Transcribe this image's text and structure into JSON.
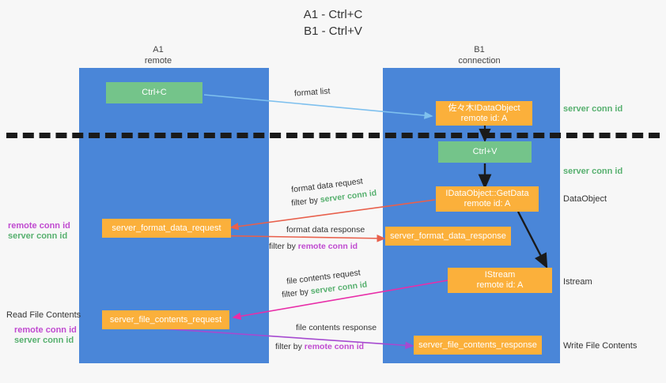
{
  "title": "A1 - Ctrl+C\nB1 - Ctrl+V",
  "lanes": [
    {
      "name": "A1",
      "sub": "remote",
      "label": "A1\nremote"
    },
    {
      "name": "B1",
      "sub": "connection",
      "label": "B1\nconnection"
    }
  ],
  "boxes": [
    {
      "id": "ctrl-c",
      "label": "Ctrl+C",
      "color": "#74c48a"
    },
    {
      "id": "idataobject",
      "label": "佐々木IDataObject\nremote id: A",
      "color": "#fbb03b"
    },
    {
      "id": "ctrl-v",
      "label": "Ctrl+V",
      "color": "#74c48a"
    },
    {
      "id": "getdata",
      "label": "IDataObject::GetData\nremote id: A",
      "color": "#fbb03b"
    },
    {
      "id": "server-format-data-request",
      "label": "server_format_data_request",
      "color": "#fbb03b"
    },
    {
      "id": "server-format-data-response",
      "label": "server_format_data_response",
      "color": "#fbb03b"
    },
    {
      "id": "istream",
      "label": "IStream\nremote id: A",
      "color": "#fbb03b"
    },
    {
      "id": "server-file-contents-request",
      "label": "server_file_contents_request",
      "color": "#fbb03b"
    },
    {
      "id": "server-file-contents-response",
      "label": "server_file_contents_response",
      "color": "#fbb03b"
    }
  ],
  "edges": [
    {
      "id": "format-list",
      "line1": "format list",
      "line2": "",
      "filter": ""
    },
    {
      "id": "format-data-request",
      "line1": "format data request",
      "prefix": "filter by ",
      "filter": "server conn id",
      "filter_kind": "server"
    },
    {
      "id": "format-data-response",
      "line1": "format data response",
      "prefix": "filter by ",
      "filter": "remote conn id",
      "filter_kind": "remote"
    },
    {
      "id": "file-contents-request",
      "line1": "file contents request",
      "prefix": "filter by ",
      "filter": "server conn id",
      "filter_kind": "server"
    },
    {
      "id": "file-contents-response",
      "line1": "file contents response",
      "prefix": "filter by ",
      "filter": "remote conn id",
      "filter_kind": "remote"
    }
  ],
  "annotations": {
    "right_server_conn_1": "server conn id",
    "right_server_conn_2": "server conn id",
    "right_dataobject": "DataObject",
    "right_istream": "Istream",
    "right_write_file_contents": "Write File Contents",
    "left_remote_conn_1": "remote conn id",
    "left_server_conn_1": "server conn id",
    "left_read_file_contents": "Read File Contents",
    "left_remote_conn_2": "remote conn id",
    "left_server_conn_2": "server conn id"
  },
  "colors": {
    "lane": "#4a86d8",
    "green_box": "#74c48a",
    "orange_box": "#fbb03b",
    "server_conn": "#57b06f",
    "remote_conn": "#c04ad0",
    "arrow_blue": "#7ec0ee",
    "arrow_red": "#e8604c",
    "arrow_magenta": "#e82ea8",
    "arrow_purple": "#a64ad0",
    "arrow_black": "#1a1a1a",
    "divider": "#1a1a1a",
    "background": "#f7f7f7"
  }
}
